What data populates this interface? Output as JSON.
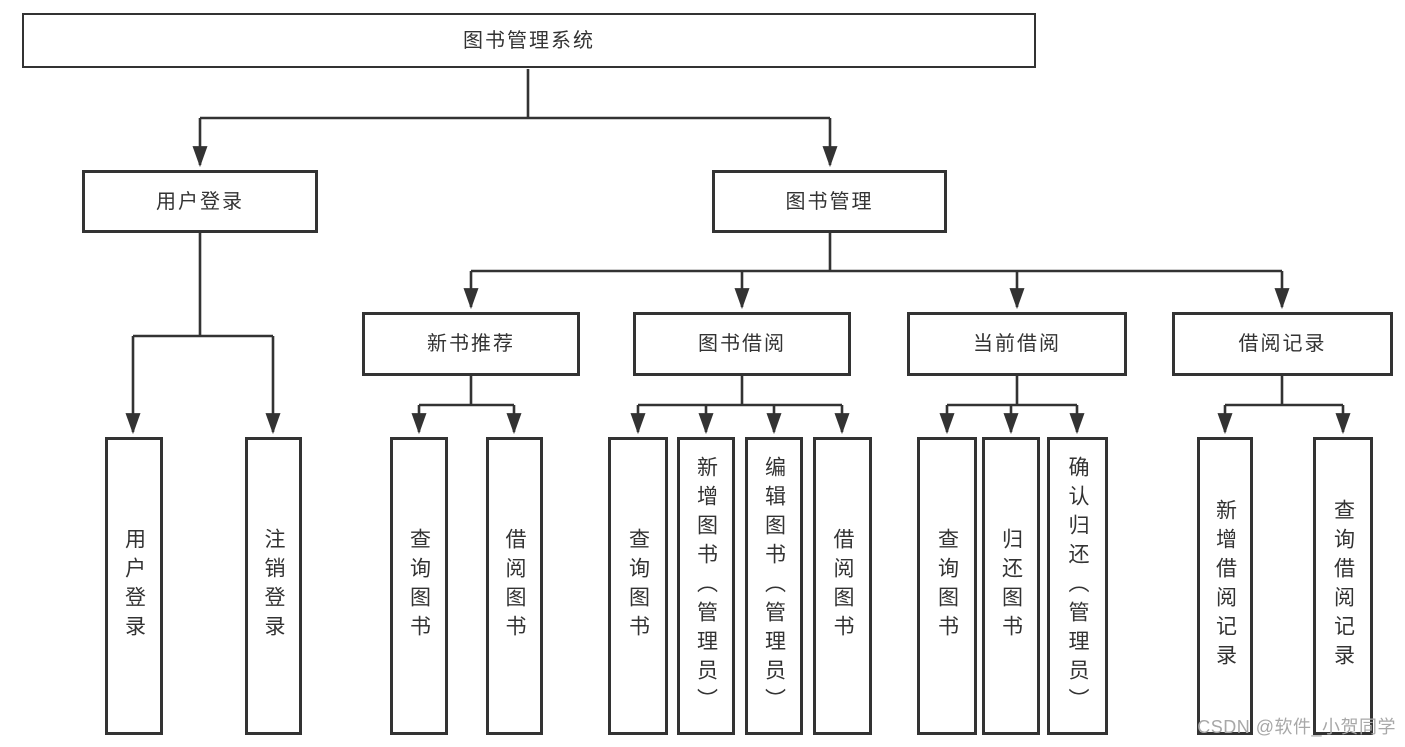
{
  "title": "图书管理系统",
  "tree": {
    "label": "图书管理系统",
    "children": [
      {
        "label": "用户登录",
        "children": [
          {
            "label": "用户登录"
          },
          {
            "label": "注销登录"
          }
        ]
      },
      {
        "label": "图书管理",
        "children": [
          {
            "label": "新书推荐",
            "children": [
              {
                "label": "查询图书"
              },
              {
                "label": "借阅图书"
              }
            ]
          },
          {
            "label": "图书借阅",
            "children": [
              {
                "label": "查询图书"
              },
              {
                "label": "新增图书（管理员）"
              },
              {
                "label": "编辑图书（管理员）"
              },
              {
                "label": "借阅图书"
              }
            ]
          },
          {
            "label": "当前借阅",
            "children": [
              {
                "label": "查询图书"
              },
              {
                "label": "归还图书"
              },
              {
                "label": "确认归还（管理员）"
              }
            ]
          },
          {
            "label": "借阅记录",
            "children": [
              {
                "label": "新增借阅记录"
              },
              {
                "label": "查询借阅记录"
              }
            ]
          }
        ]
      }
    ]
  },
  "watermark": {
    "text": "CSDN @软件_小贺同学",
    "color": "#a8a8a8"
  },
  "colors": {
    "line": "#333333",
    "box_border": "#333333",
    "text": "#333333",
    "background": "#ffffff"
  }
}
